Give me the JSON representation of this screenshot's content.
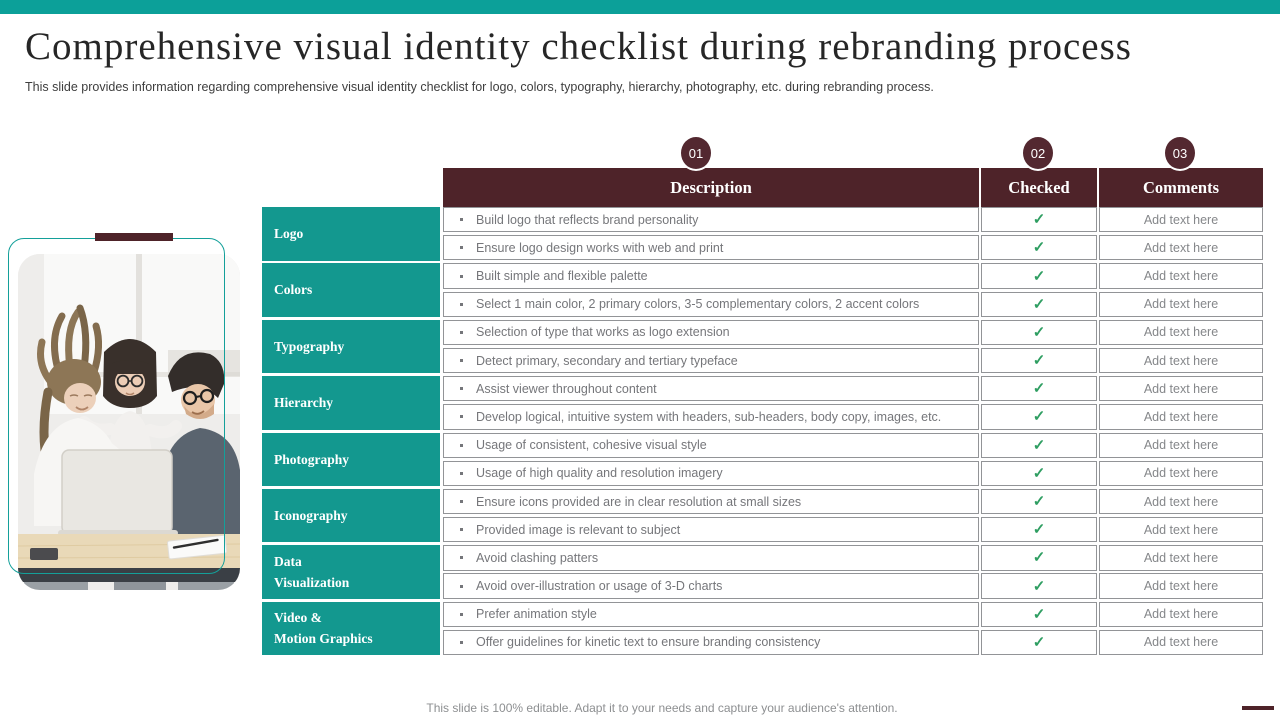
{
  "slide": {
    "title": "Comprehensive visual identity checklist during rebranding process",
    "subtitle": "This slide provides information regarding comprehensive visual identity checklist for logo, colors, typography,  hierarchy,  photography, etc.  during rebranding process.",
    "footer": "This slide is 100% editable. Adapt it to your needs and capture your audience's attention."
  },
  "colors": {
    "teal_accent": "#0ca099",
    "teal_cell": "#13988f",
    "maroon": "#4e2329",
    "check_green": "#2f9e62"
  },
  "table": {
    "column_numbers": [
      "01",
      "02",
      "03"
    ],
    "headers": {
      "description": "Description",
      "checked": "Checked",
      "comments": "Comments"
    },
    "checked_symbol": "✓",
    "comment_placeholder": "Add text here",
    "categories": [
      {
        "label": "Logo",
        "rows": [
          "Build logo that reflects  brand  personality",
          "Ensure  logo design  works with  web  and  print"
        ]
      },
      {
        "label": "Colors",
        "rows": [
          "Built simple  and flexible  palette",
          "Select 1 main  color, 2 primary  colors, 3-5  complementary  colors, 2 accent  colors"
        ]
      },
      {
        "label": "Typography",
        "rows": [
          "Selection of type that works  as logo  extension",
          "Detect primary,  secondary  and tertiary typeface"
        ]
      },
      {
        "label": "Hierarchy",
        "rows": [
          "Assist viewer  throughout  content",
          "Develop  logical,  intuitive  system with headers,  sub-headers,  body copy, images,  etc."
        ]
      },
      {
        "label": "Photography",
        "rows": [
          "Usage of consistent,  cohesive  visual  style",
          "Usage  of high quality  and  resolution  imagery"
        ]
      },
      {
        "label": "Iconography",
        "rows": [
          "Ensure icons provided  are in clear resolution  at small sizes",
          "Provided  image  is relevant  to subject"
        ]
      },
      {
        "label": "Data\nVisualization",
        "rows": [
          "Avoid  clashing  patters",
          "Avoid  over-illustration  or usage of 3-D  charts"
        ]
      },
      {
        "label": "Video &\nMotion Graphics",
        "rows": [
          "Prefer  animation  style",
          "Offer  guidelines  for  kinetic text to ensure  branding  consistency"
        ]
      }
    ]
  }
}
